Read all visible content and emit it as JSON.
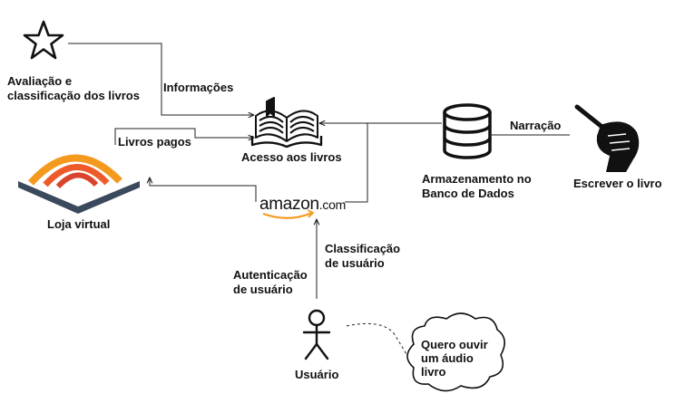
{
  "nodes": {
    "rating": {
      "label": "Avaliação e classificação dos livros"
    },
    "access": {
      "label": "Acesso aos livros"
    },
    "store": {
      "label": "Loja virtual"
    },
    "amazon": {
      "label_main": "amazon",
      "label_tld": ".com"
    },
    "database": {
      "label": "Armazenamento no Banco de Dados"
    },
    "writer": {
      "label": "Escrever o livro"
    },
    "user": {
      "label": "Usuário"
    },
    "thought": {
      "label": "Quero ouvir um áudio livro"
    }
  },
  "edges": {
    "info": {
      "label": "Informações"
    },
    "paid": {
      "label": "Livros pagos"
    },
    "narration": {
      "label": "Narração"
    },
    "classification": {
      "label": "Classificação de usuário"
    },
    "authentication": {
      "label": "Autenticação de usuário"
    }
  },
  "colors": {
    "line": "#222222",
    "store_arc_outer": "#f39a1e",
    "store_arc_mid": "#ee5a2a",
    "store_arc_inner": "#d8442e",
    "store_book": "#3a4a5c",
    "amazon_smile": "#f39a1e"
  },
  "icons": [
    "star-icon",
    "open-book-icon",
    "database-icon",
    "pen-fist-icon",
    "stick-figure-icon",
    "store-logo-icon",
    "amazon-logo",
    "thought-cloud"
  ]
}
